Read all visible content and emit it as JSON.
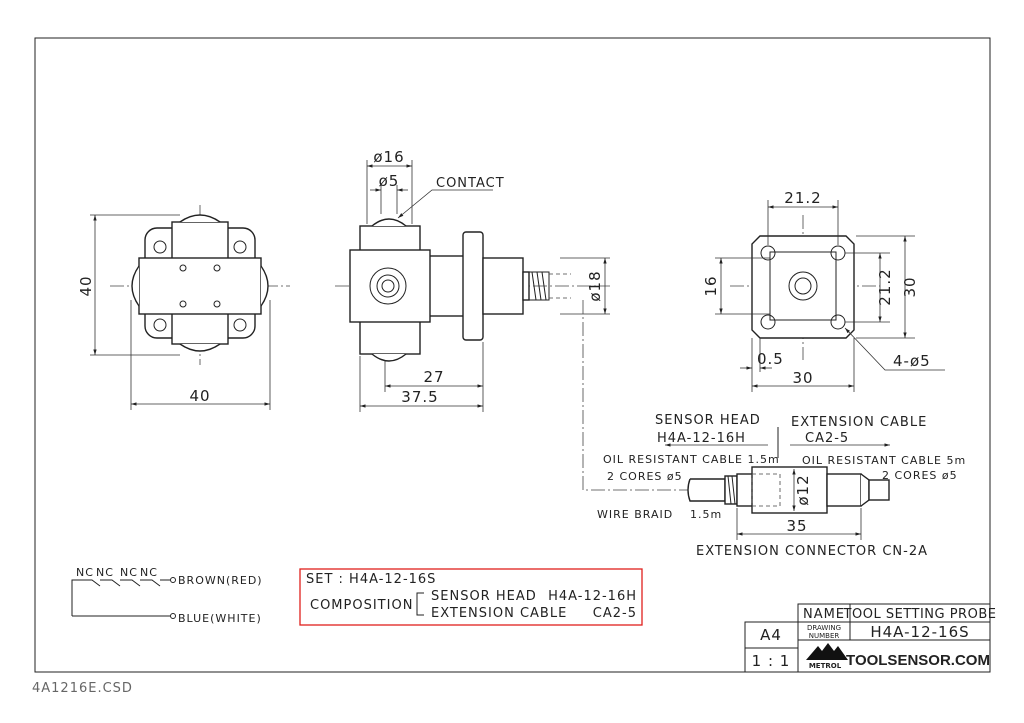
{
  "views": {
    "front": {
      "dim_width": "40",
      "dim_height": "40"
    },
    "side": {
      "dim_dia_outer": "ø16",
      "dim_dia_contact": "ø5",
      "contact_label": "CONTACT",
      "dim_dia_shaft": "ø18",
      "dim_length_27": "27",
      "dim_length_total": "37.5"
    },
    "flange": {
      "dim_hole_pitch_h": "21.2",
      "dim_hole_pitch_v": "21.2",
      "dim_offset": "16",
      "dim_height": "30",
      "dim_width": "30",
      "dim_edge": "0.5",
      "hole_label": "4-ø5"
    }
  },
  "cable": {
    "sensor_head_label": "SENSOR HEAD",
    "sensor_head_model": "H4A-12-16H",
    "ext_cable_label": "EXTENSION CABLE",
    "ext_cable_model": "CA2-5",
    "left_cable": "OIL RESISTANT CABLE 1.5m",
    "left_cores": "2 CORES ø5",
    "right_cable": "OIL RESISTANT CABLE 5m",
    "right_cores": "2 CORES ø5",
    "wire_braid": "WIRE BRAID",
    "wire_braid_len": "1.5m",
    "dim_dia": "ø12",
    "dim_length": "35",
    "connector_label": "EXTENSION CONNECTOR CN-2A"
  },
  "wiring": {
    "contacts": [
      "NC",
      "NC",
      "NC",
      "NC"
    ],
    "brown": "BROWN(RED)",
    "blue": "BLUE(WHITE)"
  },
  "set_box": {
    "set_line": "SET : H4A-12-16S",
    "composition": "COMPOSITION",
    "items": [
      {
        "name": "SENSOR HEAD",
        "model": "H4A-12-16H"
      },
      {
        "name": "EXTENSION CABLE",
        "model": "CA2-5"
      }
    ],
    "border_color": "#e0201c"
  },
  "title_block": {
    "name_label": "NAME",
    "name_value": "TOOL SETTING PROBE",
    "drawing_number_label": [
      "DRAWING",
      "NUMBER"
    ],
    "drawing_number": "H4A-12-16S",
    "paper_size": "A4",
    "scale": "1 : 1",
    "logo_text": "METROL",
    "website": "TOOLSENSOR.COM"
  },
  "file_name": "4A1216E.CSD"
}
